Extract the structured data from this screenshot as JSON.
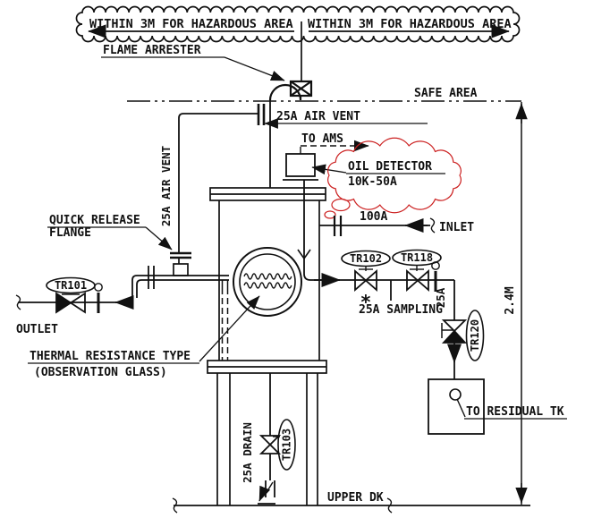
{
  "diagram": {
    "banner": {
      "left": "WITHIN 3M FOR HAZARDOUS AREA",
      "right": "WITHIN 3M FOR HAZARDOUS AREA"
    },
    "areas": {
      "safe_area": "SAFE AREA",
      "upper_deck": "UPPER DK"
    },
    "equipment": {
      "flame_arrester": "FLAME ARRESTER",
      "oil_detector": "OIL DETECTOR",
      "oil_detector_size": "10K-50A",
      "quick_release_line1": "QUICK RELEASE",
      "quick_release_line2": "FLANGE",
      "thermal_line1": "THERMAL RESISTANCE TYPE",
      "thermal_line2": "(OBSERVATION GLASS)"
    },
    "lines": {
      "air_vent_branch": "25A AIR VENT",
      "air_vent_riser": "25A AIR VENT",
      "to_ams": "TO AMS",
      "inlet_size": "100A",
      "inlet": "INLET",
      "outlet": "OUTLET",
      "sampling": "25A SAMPLING",
      "sampling_riser": "25A",
      "drain": "25A DRAIN",
      "to_residual": "TO RESIDUAL TK",
      "asterisk": "*"
    },
    "dimensions": {
      "height": "2.4M"
    },
    "tags": {
      "tr101": "TR101",
      "tr102": "TR102",
      "tr103": "TR103",
      "tr118": "TR118",
      "tr120": "TR120"
    },
    "colors": {
      "line": "#111111",
      "revision_cloud": "#cc2222",
      "background": "#ffffff"
    }
  }
}
